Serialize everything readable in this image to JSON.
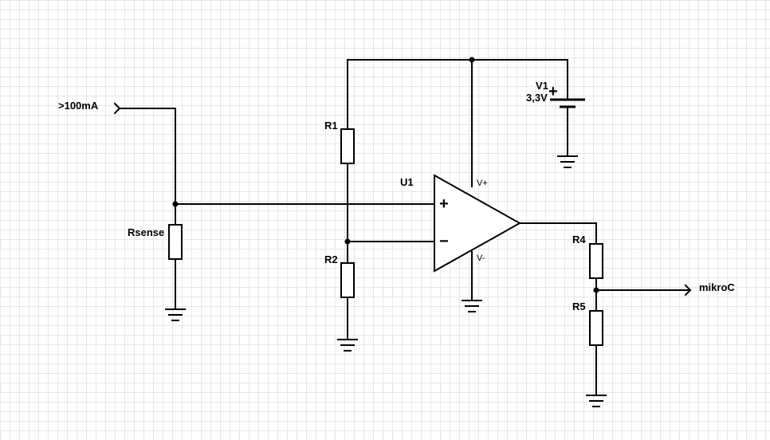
{
  "labels": {
    "input": ">100mA",
    "output": "mikroC",
    "rsense": "Rsense",
    "r1": "R1",
    "r2": "R2",
    "r4": "R4",
    "r5": "R5",
    "u1": "U1",
    "v1": "V1",
    "v1_value": "3,3V",
    "vplus": "V+",
    "vminus": "V-",
    "opamp_plus": "+",
    "opamp_minus": "−",
    "battery_plus": "+"
  },
  "colors": {
    "wire": "#000000",
    "grid": "#e6e6e6",
    "background": "#ffffff"
  }
}
